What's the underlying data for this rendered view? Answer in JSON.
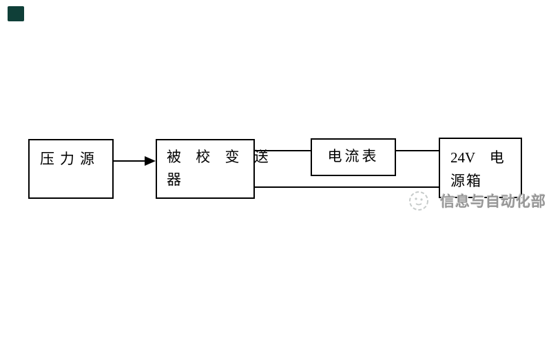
{
  "page": {
    "background": "#ffffff",
    "marker_color": "#0f3f38"
  },
  "diagram": {
    "line_color": "#000000",
    "boxes": {
      "pressure_source": {
        "label": "压力源"
      },
      "transmitter": {
        "line1": "被 校 变 送",
        "line2": "器"
      },
      "ammeter": {
        "label": "电流表"
      },
      "power_box": {
        "line1": "24V　电",
        "line2": "源箱"
      }
    },
    "watermark": {
      "text": "信息与自动化部",
      "color": "#969696"
    }
  }
}
